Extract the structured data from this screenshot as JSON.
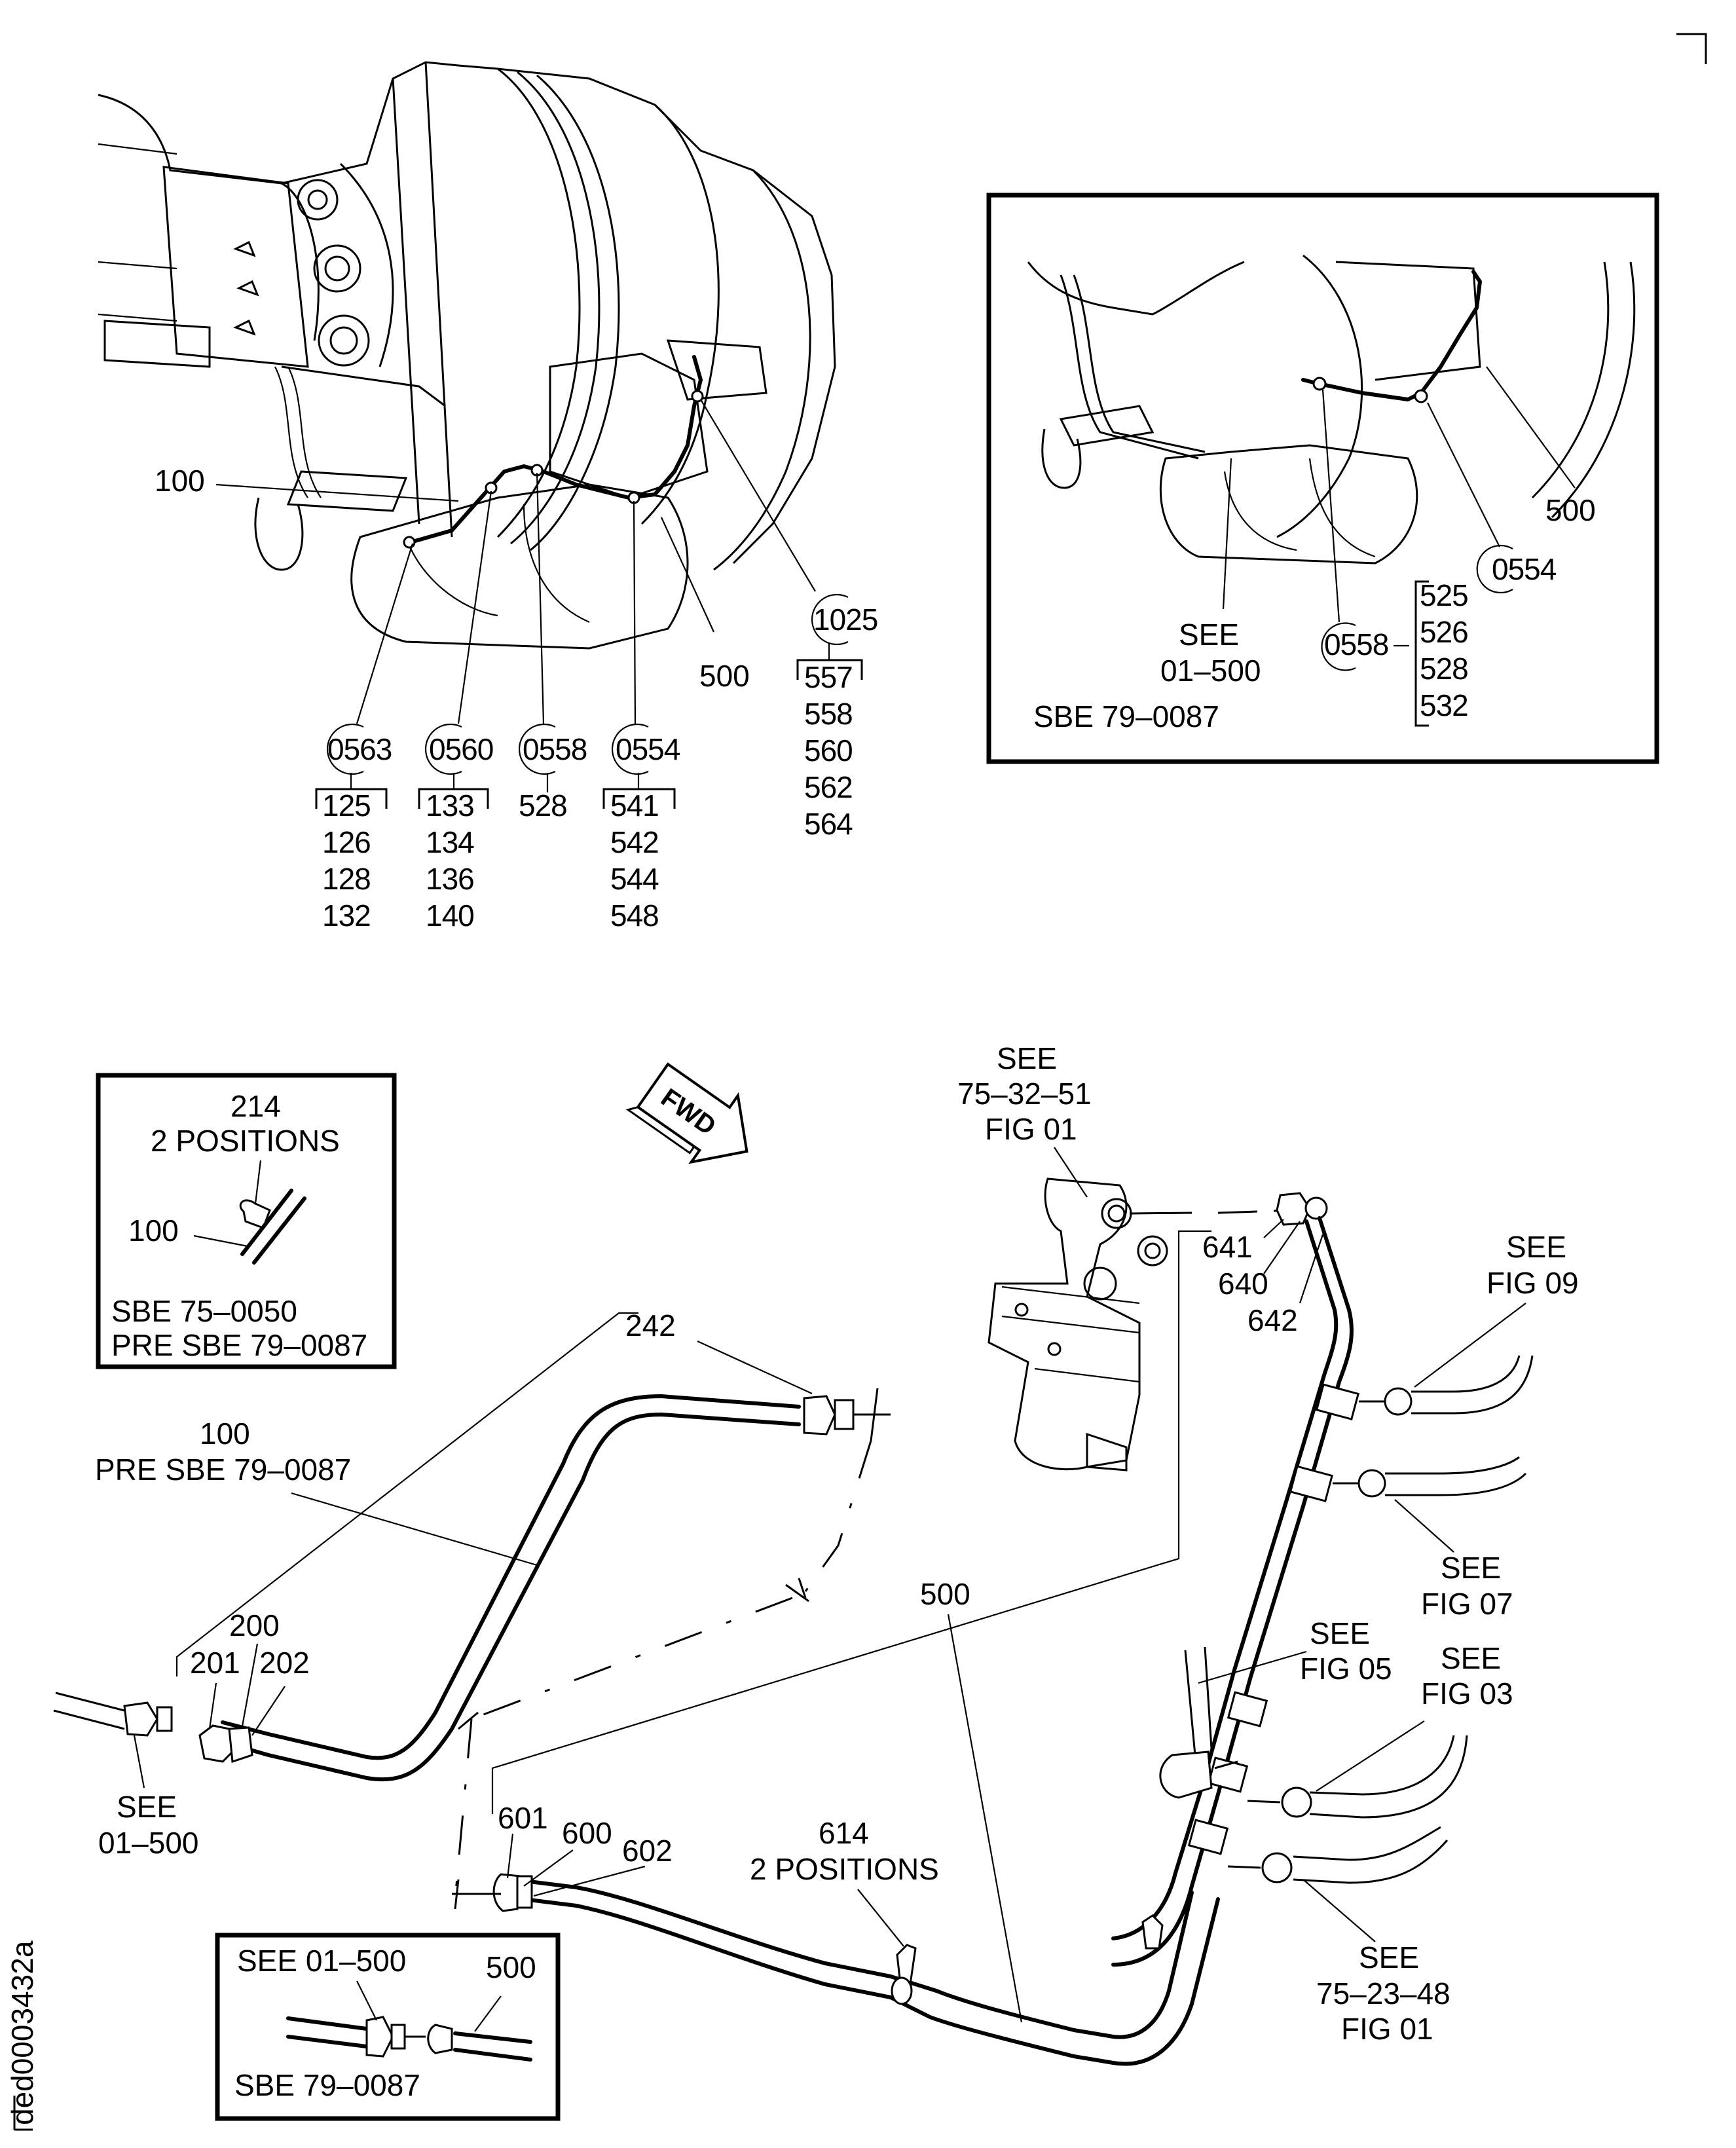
{
  "drawing_id": "ded0003432a",
  "top_view": {
    "callouts": {
      "item_100": "100",
      "item_500": "500"
    },
    "balloons": [
      {
        "id": "0563",
        "items": [
          "125",
          "126",
          "128",
          "132"
        ],
        "bracketed": true
      },
      {
        "id": "0560",
        "items": [
          "133",
          "134",
          "136",
          "140"
        ],
        "bracketed": true
      },
      {
        "id": "0558",
        "items": [
          "528"
        ],
        "bracketed": false
      },
      {
        "id": "0554",
        "items": [
          "541",
          "542",
          "544",
          "548"
        ],
        "bracketed": true
      },
      {
        "id": "1025",
        "items": [
          "557",
          "558",
          "560",
          "562",
          "564"
        ],
        "bracketed": true
      }
    ]
  },
  "inset_sbe_79_0087_top": {
    "callout_500": "500",
    "balloon_0554": "0554",
    "balloon_0558": "0558",
    "items_0558": [
      "525",
      "526",
      "528",
      "532"
    ],
    "see_line1": "SEE",
    "see_line2": "01–500",
    "caption": "SBE 79–0087"
  },
  "inset_clamp": {
    "item": "214",
    "positions": "2 POSITIONS",
    "callout_100": "100",
    "caption_line1": "SBE 75–0050",
    "caption_line2": "PRE SBE 79–0087"
  },
  "fwd_arrow": {
    "label": "FWD"
  },
  "exploded_view": {
    "see_valve": [
      "SEE",
      "75–32–51",
      "FIG 01"
    ],
    "item_641": "641",
    "item_640": "640",
    "item_642": "642",
    "item_242": "242",
    "see_fig09": [
      "SEE",
      "FIG 09"
    ],
    "see_fig07": [
      "SEE",
      "FIG 07"
    ],
    "see_fig05": [
      "SEE",
      "FIG 05"
    ],
    "see_fig03": [
      "SEE",
      "FIG 03"
    ],
    "see_752348": [
      "SEE",
      "75–23–48",
      "FIG 01"
    ],
    "tube_100": [
      "100",
      "PRE SBE 79–0087"
    ],
    "item_200": "200",
    "item_201": "201",
    "item_202": "202",
    "see_01_500": [
      "SEE",
      "01–500"
    ],
    "item_500": "500",
    "item_601": "601",
    "item_600": "600",
    "item_602": "602",
    "item_614": "614",
    "positions_614": "2 POSITIONS"
  },
  "inset_sbe_79_0087_bottom": {
    "see": "SEE 01–500",
    "callout_500": "500",
    "caption": "SBE 79–0087"
  }
}
